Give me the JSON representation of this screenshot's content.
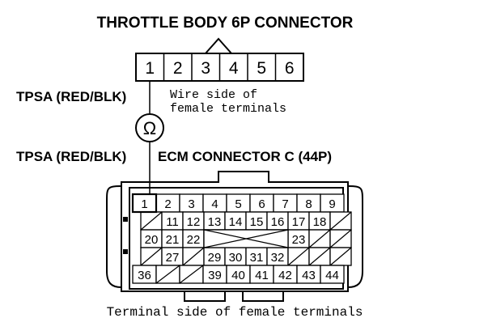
{
  "throttle": {
    "title": "THROTTLE BODY 6P CONNECTOR",
    "pins": [
      "1",
      "2",
      "3",
      "4",
      "5",
      "6"
    ],
    "note_line1": "Wire side of",
    "note_line2": "female terminals"
  },
  "wire_labels": {
    "top": "TPSA (RED/BLK)",
    "bottom": "TPSA (RED/BLK)"
  },
  "meter": {
    "symbol": "Ω"
  },
  "ecm": {
    "title": "ECM CONNECTOR C (44P)",
    "caption": "Terminal side of female terminals",
    "rows": [
      [
        "1",
        "2",
        "3",
        "4",
        "5",
        "6",
        "7",
        "8",
        "9"
      ],
      [
        "",
        "11",
        "12",
        "13",
        "14",
        "15",
        "16",
        "17",
        "18",
        ""
      ],
      [
        "20",
        "21",
        "22",
        "",
        "",
        "",
        "",
        "23",
        "",
        ""
      ],
      [
        "",
        "27",
        "",
        "29",
        "30",
        "31",
        "32",
        "",
        "",
        ""
      ],
      [
        "36",
        "",
        "",
        "39",
        "40",
        "41",
        "42",
        "43",
        "44"
      ]
    ]
  }
}
